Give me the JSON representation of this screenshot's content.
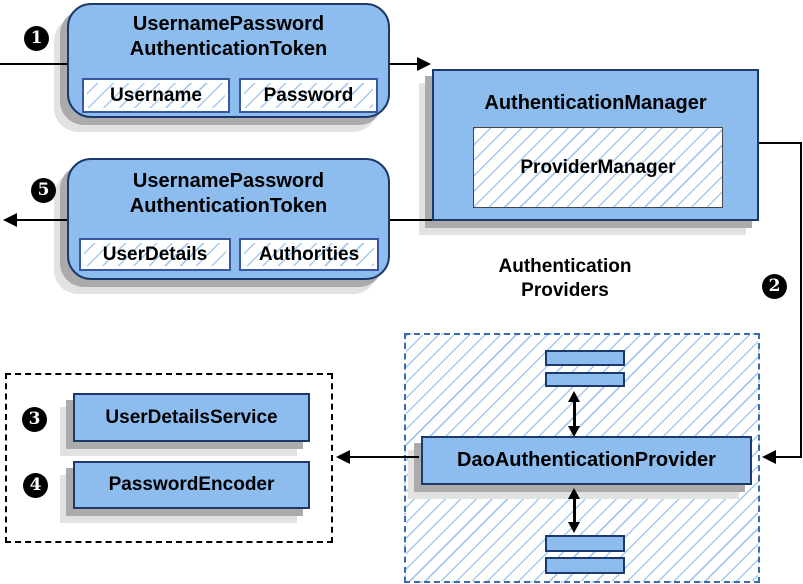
{
  "diagram": {
    "steps": [
      "1",
      "2",
      "3",
      "4",
      "5"
    ],
    "request_token": {
      "title_line1": "UsernamePassword",
      "title_line2": "AuthenticationToken",
      "fields": [
        "Username",
        "Password"
      ]
    },
    "authentication_manager": {
      "title": "AuthenticationManager",
      "inner_box": "ProviderManager"
    },
    "response_token": {
      "title_line1": "UsernamePassword",
      "title_line2": "AuthenticationToken",
      "fields": [
        "UserDetails",
        "Authorities"
      ]
    },
    "providers_group": {
      "label_line1": "Authentication",
      "label_line2": "Providers",
      "main_provider": "DaoAuthenticationProvider"
    },
    "dependencies": {
      "user_details_service": "UserDetailsService",
      "password_encoder": "PasswordEncoder"
    },
    "colors": {
      "box_fill": "#8CBDEE",
      "box_border": "#1B3A6B",
      "field_border": "#3A56A0",
      "hatch_line": "#A5C9F0",
      "providers_border": "#3A6BB0",
      "shadow_dark": "#ABABAB",
      "shadow_light": "#E2E2E2"
    }
  }
}
